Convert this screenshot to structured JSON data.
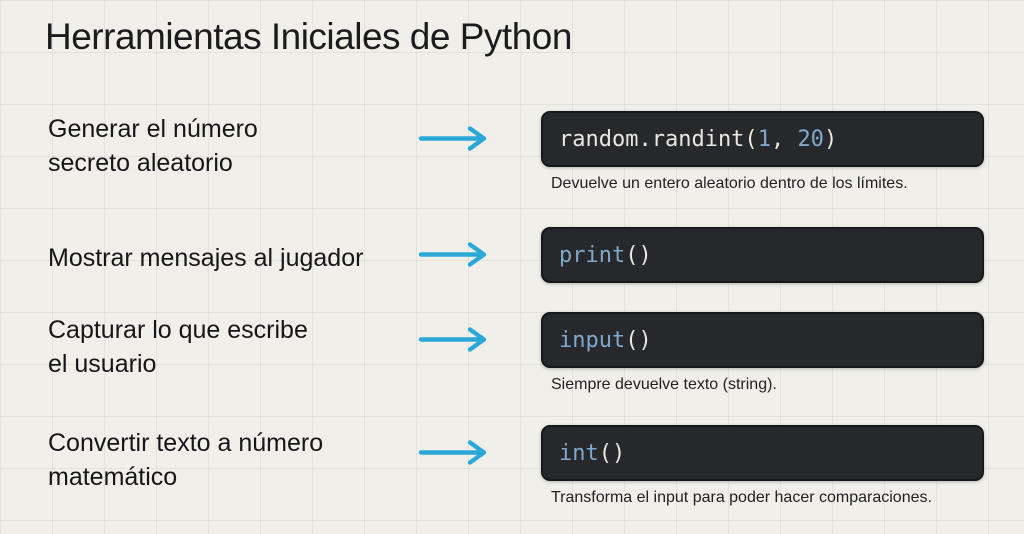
{
  "slide": {
    "title": "Herramientas Iniciales de Python"
  },
  "colors": {
    "background": "#f0efe9",
    "grid_line": "#e2e1d8",
    "text": "#1c1c1e",
    "arrow": "#2ba8d8",
    "code_box_background": "#26282c",
    "code_text": "#e9e7df",
    "code_accent": "#7fa9cc"
  },
  "rows": [
    {
      "label_lines": [
        "Generar el número",
        "secreto aleatorio"
      ],
      "code": [
        {
          "text": "random.randint("
        },
        {
          "text": "1"
        },
        {
          "text": ", "
        },
        {
          "text": "20"
        },
        {
          "text": ")"
        }
      ],
      "caption": "Devuelve un entero aleatorio dentro de los límites."
    },
    {
      "label_lines": [
        "Mostrar mensajes al jugador"
      ],
      "code": [
        {
          "text": "print"
        },
        {
          "text": "()"
        }
      ]
    },
    {
      "label_lines": [
        "Capturar lo que escribe",
        "el usuario"
      ],
      "code": [
        {
          "text": "input"
        },
        {
          "text": "()"
        }
      ],
      "caption": "Siempre devuelve texto (string)."
    },
    {
      "label_lines": [
        "Convertir texto a número",
        "matemático"
      ],
      "code": [
        {
          "text": "int"
        },
        {
          "text": "()"
        }
      ],
      "caption": "Transforma el input para poder hacer comparaciones."
    }
  ]
}
